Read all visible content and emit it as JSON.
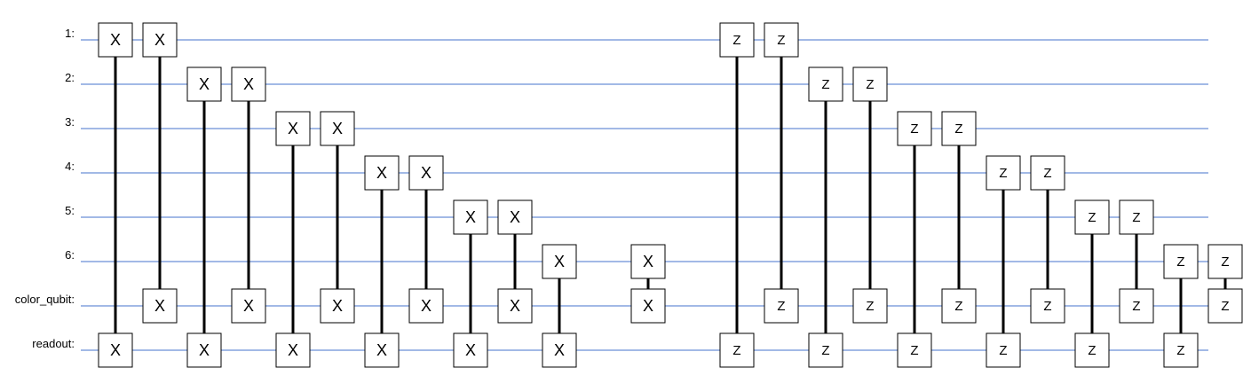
{
  "qubits": [
    "1:",
    "2:",
    "3:",
    "4:",
    "5:",
    "6:",
    "color_qubit:",
    "readout:"
  ],
  "colors": {
    "wire": "#6a8fd8",
    "gate_border": "#000000",
    "gate_fill": "#ffffff",
    "connector": "#000000",
    "text": "#000000"
  },
  "moments": [
    {
      "gates": [
        {
          "qubit": 0,
          "label": "X"
        },
        {
          "qubit": 7,
          "label": "X"
        }
      ]
    },
    {
      "gates": [
        {
          "qubit": 0,
          "label": "X"
        },
        {
          "qubit": 6,
          "label": "X"
        }
      ]
    },
    {
      "gates": [
        {
          "qubit": 1,
          "label": "X"
        },
        {
          "qubit": 7,
          "label": "X"
        }
      ]
    },
    {
      "gates": [
        {
          "qubit": 1,
          "label": "X"
        },
        {
          "qubit": 6,
          "label": "X"
        }
      ]
    },
    {
      "gates": [
        {
          "qubit": 2,
          "label": "X"
        },
        {
          "qubit": 7,
          "label": "X"
        }
      ]
    },
    {
      "gates": [
        {
          "qubit": 2,
          "label": "X"
        },
        {
          "qubit": 6,
          "label": "X"
        }
      ]
    },
    {
      "gates": [
        {
          "qubit": 3,
          "label": "X"
        },
        {
          "qubit": 7,
          "label": "X"
        }
      ]
    },
    {
      "gates": [
        {
          "qubit": 3,
          "label": "X"
        },
        {
          "qubit": 6,
          "label": "X"
        }
      ]
    },
    {
      "gates": [
        {
          "qubit": 4,
          "label": "X"
        },
        {
          "qubit": 7,
          "label": "X"
        }
      ]
    },
    {
      "gates": [
        {
          "qubit": 4,
          "label": "X"
        },
        {
          "qubit": 6,
          "label": "X"
        }
      ]
    },
    {
      "gates": [
        {
          "qubit": 5,
          "label": "X"
        },
        {
          "qubit": 7,
          "label": "X"
        }
      ]
    },
    {
      "gates": []
    },
    {
      "gates": [
        {
          "qubit": 5,
          "label": "X"
        },
        {
          "qubit": 6,
          "label": "X"
        }
      ]
    },
    {
      "gates": []
    },
    {
      "gates": [
        {
          "qubit": 0,
          "label": "Z"
        },
        {
          "qubit": 7,
          "label": "Z"
        }
      ]
    },
    {
      "gates": [
        {
          "qubit": 0,
          "label": "Z"
        },
        {
          "qubit": 6,
          "label": "Z"
        }
      ]
    },
    {
      "gates": [
        {
          "qubit": 1,
          "label": "Z"
        },
        {
          "qubit": 7,
          "label": "Z"
        }
      ]
    },
    {
      "gates": [
        {
          "qubit": 1,
          "label": "Z"
        },
        {
          "qubit": 6,
          "label": "Z"
        }
      ]
    },
    {
      "gates": [
        {
          "qubit": 2,
          "label": "Z"
        },
        {
          "qubit": 7,
          "label": "Z"
        }
      ]
    },
    {
      "gates": [
        {
          "qubit": 2,
          "label": "Z"
        },
        {
          "qubit": 6,
          "label": "Z"
        }
      ]
    },
    {
      "gates": [
        {
          "qubit": 3,
          "label": "Z"
        },
        {
          "qubit": 7,
          "label": "Z"
        }
      ]
    },
    {
      "gates": [
        {
          "qubit": 3,
          "label": "Z"
        },
        {
          "qubit": 6,
          "label": "Z"
        }
      ]
    },
    {
      "gates": [
        {
          "qubit": 4,
          "label": "Z"
        },
        {
          "qubit": 7,
          "label": "Z"
        }
      ]
    },
    {
      "gates": [
        {
          "qubit": 4,
          "label": "Z"
        },
        {
          "qubit": 6,
          "label": "Z"
        }
      ]
    },
    {
      "gates": [
        {
          "qubit": 5,
          "label": "Z"
        },
        {
          "qubit": 7,
          "label": "Z"
        }
      ]
    },
    {
      "gates": [
        {
          "qubit": 5,
          "label": "Z"
        },
        {
          "qubit": 6,
          "label": "Z"
        }
      ]
    }
  ]
}
